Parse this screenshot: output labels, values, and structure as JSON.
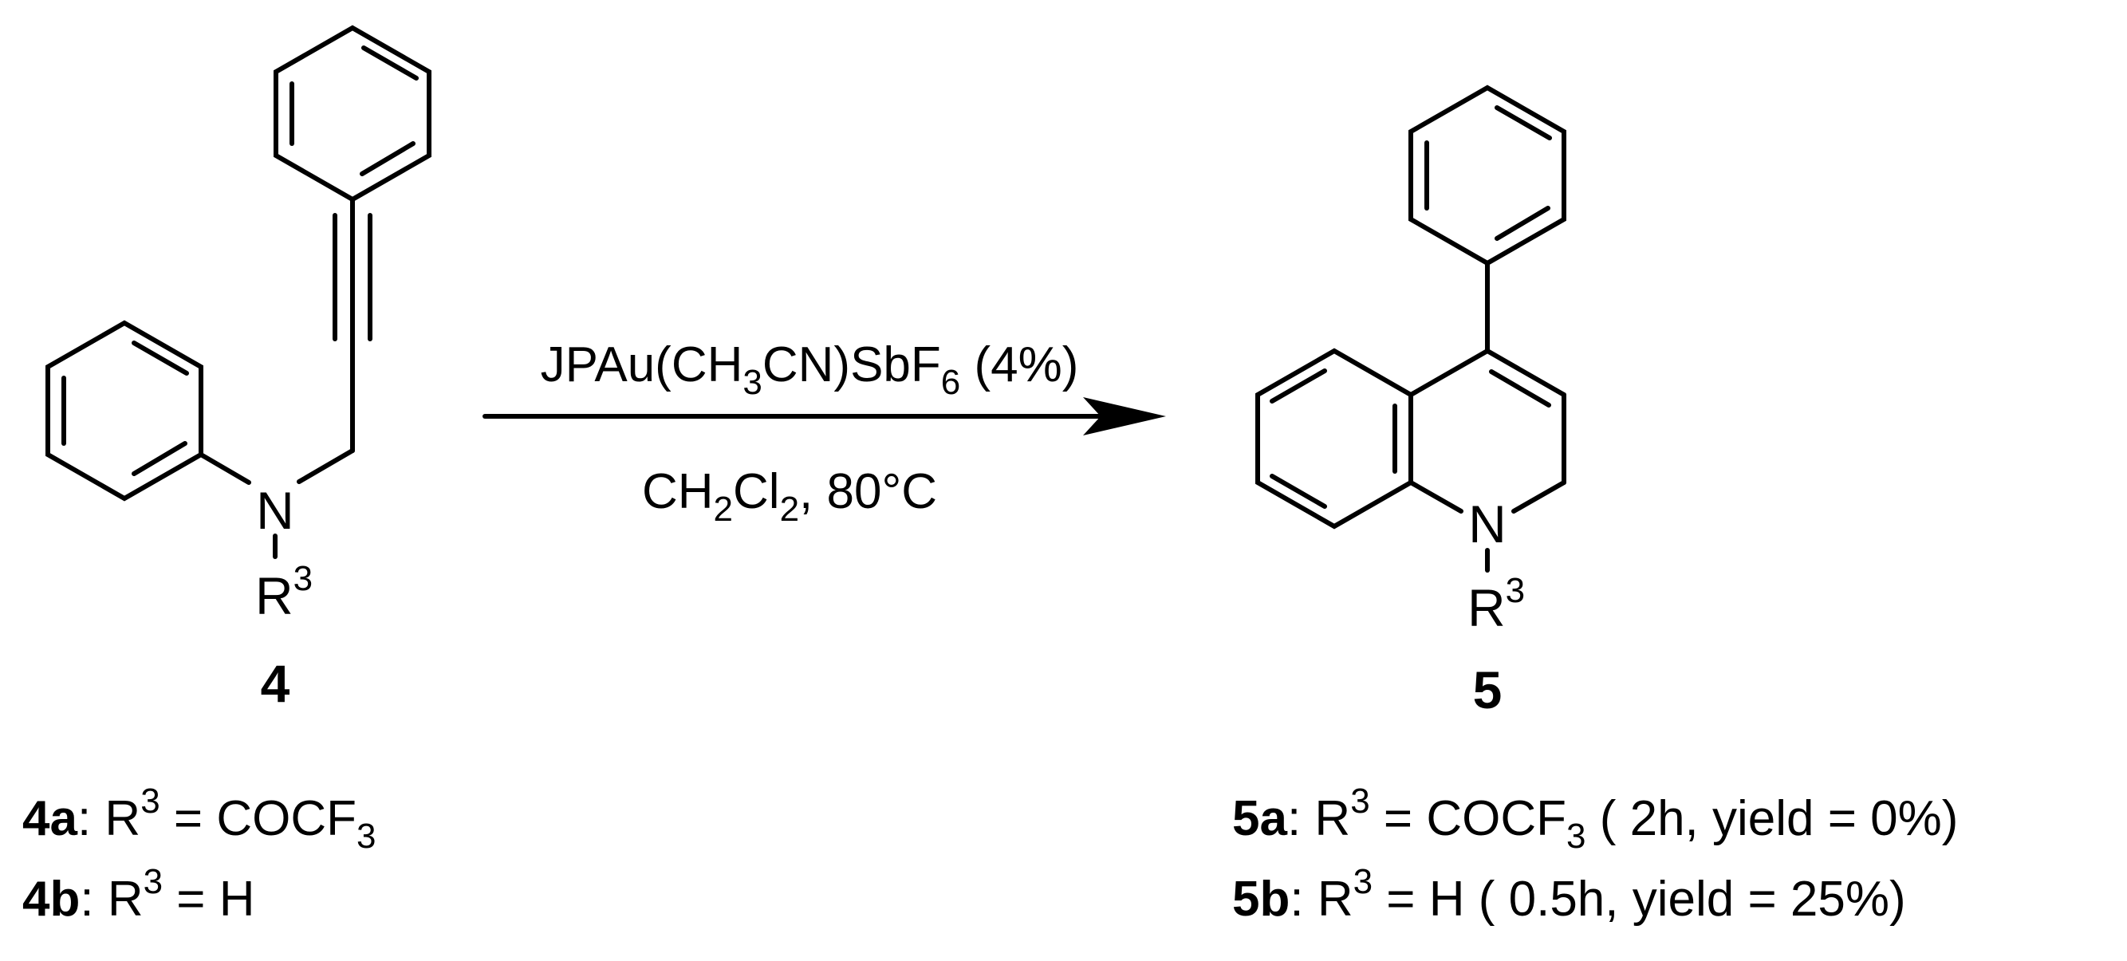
{
  "reactant": {
    "nitrogen": "N",
    "substituent": "R",
    "substituent_sup": "3",
    "compound_number": "4",
    "variants": [
      {
        "id": "4a",
        "sep": ": ",
        "r": "R",
        "sup": "3",
        "eq": " = COCF",
        "sub": "3",
        "note": ""
      },
      {
        "id": "4b",
        "sep": ": ",
        "r": "R",
        "sup": "3",
        "eq": " = H",
        "sub": "",
        "note": ""
      }
    ]
  },
  "conditions": {
    "catalyst_parts": [
      "JPAu(CH",
      "3",
      "CN)SbF",
      "6",
      " (4%)"
    ],
    "solvent_parts": [
      "CH",
      "2",
      "Cl",
      "2",
      ", 80°C"
    ]
  },
  "product": {
    "nitrogen": "N",
    "substituent": "R",
    "substituent_sup": "3",
    "compound_number": "5",
    "variants": [
      {
        "id": "5a",
        "sep": ": ",
        "r": "R",
        "sup": "3",
        "eq": " = COCF",
        "sub": "3",
        "note": " ( 2h, yield = 0%)"
      },
      {
        "id": "5b",
        "sep": ": ",
        "r": "R",
        "sup": "3",
        "eq": " = H",
        "sub": "",
        "note": " ( 0.5h, yield = 25%)"
      }
    ]
  }
}
